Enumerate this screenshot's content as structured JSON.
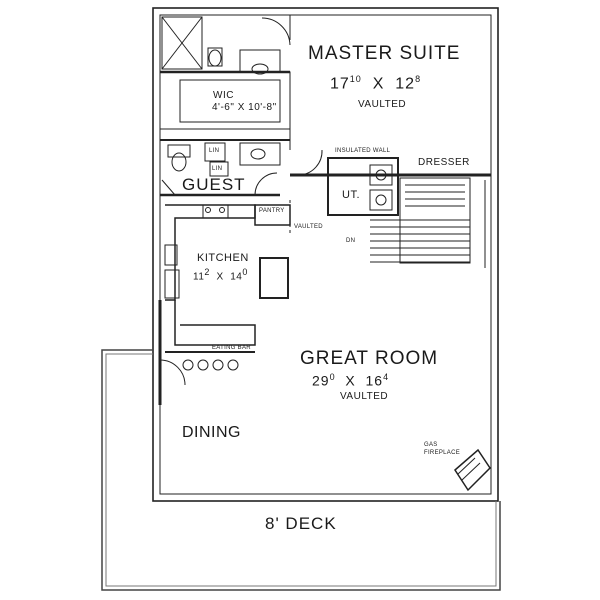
{
  "rooms": {
    "master_suite": {
      "name": "MASTER SUITE",
      "w_ft": "17",
      "w_in": "10",
      "sep": "X",
      "l_ft": "12",
      "l_in": "8",
      "note": "VAULTED"
    },
    "wic": {
      "name": "WIC",
      "size": "4'-6\" X 10'-8\""
    },
    "guest": {
      "name": "GUEST"
    },
    "linen_1": "LIN",
    "linen_2": "LIN",
    "insulated_wall": "INSULATED WALL",
    "dresser": "DRESSER",
    "utility": "UT.",
    "pantry": "PANTRY",
    "vaulted_small": "VAULTED",
    "dn": "DN",
    "kitchen": {
      "name": "KITCHEN",
      "w_ft": "11",
      "w_in": "2",
      "sep": "X",
      "l_ft": "14",
      "l_in": "0"
    },
    "eating_bar": "EATING BAR",
    "great_room": {
      "name": "GREAT ROOM",
      "w_ft": "29",
      "w_in": "0",
      "sep": "X",
      "l_ft": "16",
      "l_in": "4",
      "note": "VAULTED"
    },
    "dining": {
      "name": "DINING"
    },
    "fireplace": {
      "line1": "GAS",
      "line2": "FIREPLACE"
    },
    "deck": {
      "name": "8' DECK"
    }
  }
}
